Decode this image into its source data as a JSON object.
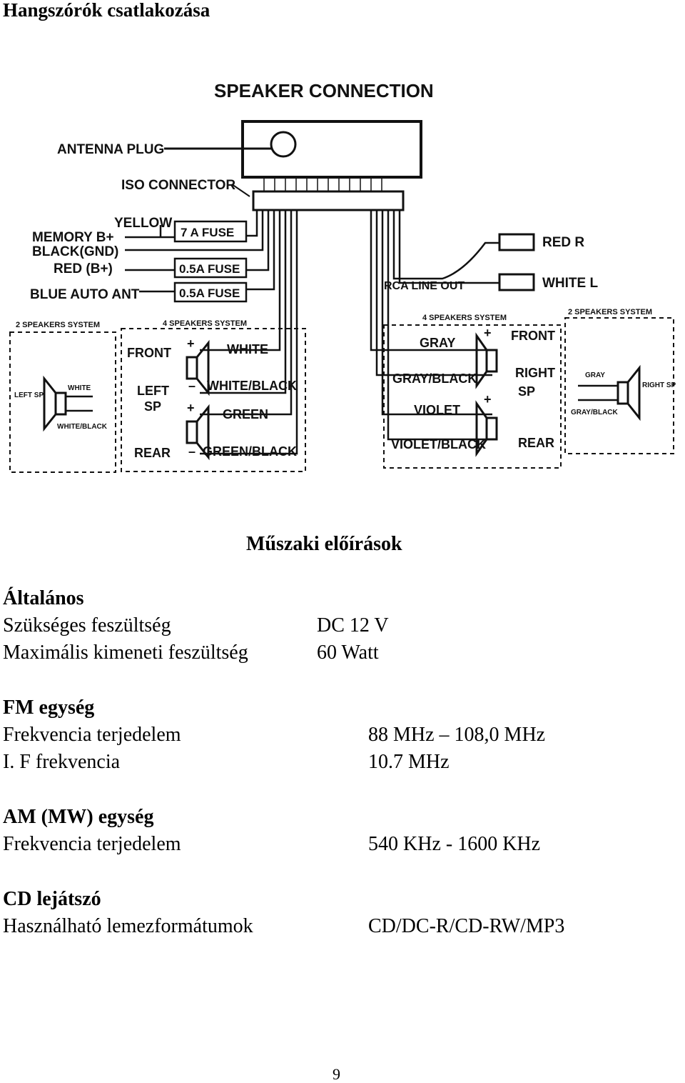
{
  "page_title": "Hangszórók csatlakozása",
  "diagram": {
    "title": "SPEAKER CONNECTION",
    "antenna_plug": "ANTENNA PLUG",
    "iso_connector": "ISO CONNECTOR",
    "yellow": "YELLOW",
    "memory": "MEMORY B+",
    "black_gnd": "BLACK(GND)",
    "red_b": "RED (B+)",
    "blue_auto_ant": "BLUE  AUTO ANT",
    "fuse_7a": "7 A FUSE",
    "fuse_05a_1": "0.5A FUSE",
    "fuse_05a_2": "0.5A FUSE",
    "red_r": "RED R",
    "white_l": "WHITE  L",
    "rca_line_out": "RCA LINE OUT",
    "two_speakers_left": "2 SPEAKERS SYSTEM",
    "four_speakers_left": "4 SPEAKERS SYSTEM",
    "four_speakers_right": "4 SPEAKERS SYSTEM",
    "two_speakers_right": "2 SPEAKERS SYSTEM",
    "front_left": "FRONT",
    "left_sp": "LEFT",
    "left_sp2": "SP",
    "rear_left": "REAR",
    "white": "WHITE",
    "white_black": "WHITE/BLACK",
    "green": "GREEN",
    "green_black": "GREEN/BLACK",
    "gray": "GRAY",
    "gray_black": "GRAY/BLACK",
    "violet": "VIOLET",
    "violet_black": "VIOLET/BLACK",
    "front_right": "FRONT",
    "right_sp": "RIGHT",
    "right_sp2": "SP",
    "rear_right": "REAR",
    "small_left_sp": "LEFT SP",
    "small_white": "WHITE",
    "small_white_black": "WHITE/BLACK",
    "small_gray": "GRAY",
    "small_gray_black": "GRAY/BLACK",
    "small_right_sp": "RIGHT SP",
    "plus": "+",
    "minus": "–"
  },
  "specs_heading": "Műszaki előírások",
  "sections": {
    "general": {
      "heading": "Általános",
      "row1_label": "Szükséges feszültség",
      "row1_value": "DC 12 V",
      "row2_label": "Maximális kimeneti feszültség",
      "row2_value": "60 Watt"
    },
    "fm": {
      "heading": "FM egység",
      "row1_label": "Frekvencia terjedelem",
      "row1_value": "88 MHz – 108,0 MHz",
      "row2_label": "I. F frekvencia",
      "row2_value": "10.7 MHz"
    },
    "am": {
      "heading": "AM (MW) egység",
      "row1_label": "Frekvencia terjedelem",
      "row1_value": "540 KHz - 1600 KHz"
    },
    "cd": {
      "heading": "CD lejátszó",
      "row1_label": "Használható lemezformátumok",
      "row1_value": "CD/DC-R/CD-RW/MP3"
    }
  },
  "page_number": "9"
}
